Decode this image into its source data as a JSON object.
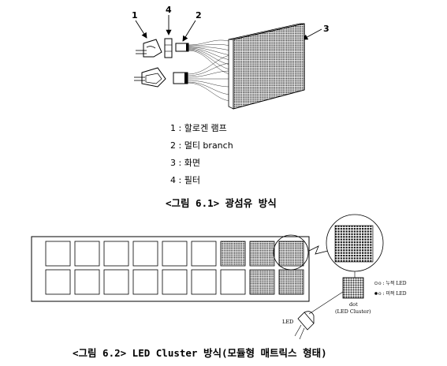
{
  "figure1": {
    "labels": [
      "1",
      "4",
      "2",
      "3"
    ],
    "legend": [
      "1 : 할로겐 램프",
      "2 : 멀티 branch",
      "3 : 화면",
      "4 : 필터"
    ],
    "caption": "<그림 6.1> 광섬유 방식"
  },
  "figure2": {
    "dot_label": "dot",
    "dot_sublabel": "(LED Cluster)",
    "led_label": "LED",
    "key_on": "o : 누적 LED",
    "key_off": "o : 미적 LED",
    "caption": "<그림 6.2> LED Cluster 방식(모듈형 매트릭스 형태)",
    "module_rows": [
      [
        "empty",
        "empty",
        "empty",
        "empty",
        "empty",
        "empty",
        "grid",
        "grid",
        "grid"
      ],
      [
        "empty",
        "empty",
        "empty",
        "empty",
        "empty",
        "empty",
        "empty",
        "grid",
        "grid"
      ]
    ]
  }
}
